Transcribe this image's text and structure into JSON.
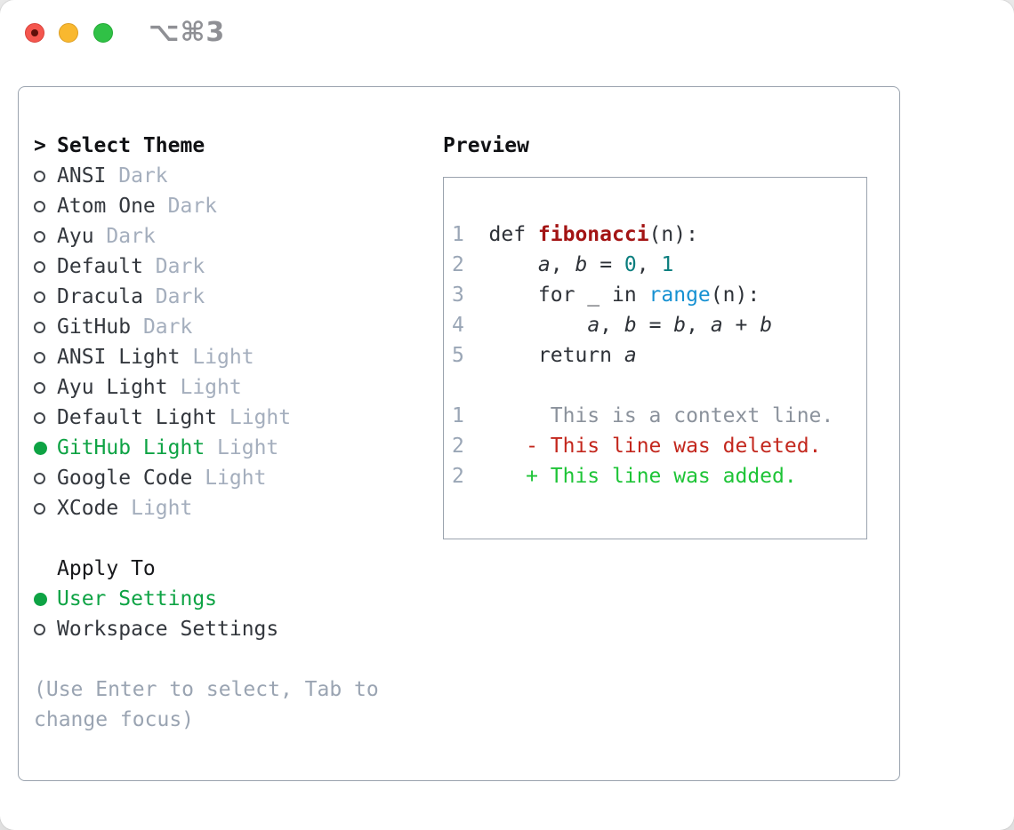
{
  "window": {
    "title": "⌥⌘3"
  },
  "colors": {
    "accent_green": "#0ea344",
    "added_green": "#1ec437",
    "deleted_red": "#c3271d",
    "func_red": "#a31414",
    "number_teal": "#0b7e7e",
    "builtin_blue": "#1691d2",
    "code_plain": "#2e3238",
    "lineno_gray": "#9aa6b6",
    "context_gray": "#8b929c",
    "tag_gray": "#a4aebd",
    "muted_gray": "#9aa4b2",
    "border_gray": "#9aa3ae",
    "traffic_red": "#f4564e",
    "traffic_yellow": "#f9b82f",
    "traffic_green": "#30c146"
  },
  "panel": {
    "theme_menu": {
      "prompt": ">",
      "header": "Select Theme",
      "items": [
        {
          "name": "ANSI",
          "tag": "Dark",
          "selected": false
        },
        {
          "name": "Atom One",
          "tag": "Dark",
          "selected": false
        },
        {
          "name": "Ayu",
          "tag": "Dark",
          "selected": false
        },
        {
          "name": "Default",
          "tag": "Dark",
          "selected": false
        },
        {
          "name": "Dracula",
          "tag": "Dark",
          "selected": false
        },
        {
          "name": "GitHub",
          "tag": "Dark",
          "selected": false
        },
        {
          "name": "ANSI Light",
          "tag": "Light",
          "selected": false
        },
        {
          "name": "Ayu Light",
          "tag": "Light",
          "selected": false
        },
        {
          "name": "Default Light",
          "tag": "Light",
          "selected": false
        },
        {
          "name": "GitHub Light",
          "tag": "Light",
          "selected": true
        },
        {
          "name": "Google Code",
          "tag": "Light",
          "selected": false
        },
        {
          "name": "XCode",
          "tag": "Light",
          "selected": false
        }
      ]
    },
    "apply_to": {
      "header": "Apply To",
      "options": [
        {
          "label": "User Settings",
          "selected": true
        },
        {
          "label": "Workspace Settings",
          "selected": false
        }
      ]
    },
    "help_text": "(Use Enter to select, Tab to change focus)",
    "preview": {
      "title": "Preview",
      "code_lines": [
        {
          "num": "1",
          "tokens": [
            [
              "plain",
              "def "
            ],
            [
              "func",
              "fibonacci"
            ],
            [
              "plain",
              "(n):"
            ]
          ]
        },
        {
          "num": "2",
          "tokens": [
            [
              "plain",
              "    "
            ],
            [
              "var",
              "a"
            ],
            [
              "plain",
              ", "
            ],
            [
              "var",
              "b"
            ],
            [
              "plain",
              " = "
            ],
            [
              "num",
              "0"
            ],
            [
              "plain",
              ", "
            ],
            [
              "num",
              "1"
            ]
          ]
        },
        {
          "num": "3",
          "tokens": [
            [
              "plain",
              "    for _ in "
            ],
            [
              "builtin",
              "range"
            ],
            [
              "plain",
              "(n):"
            ]
          ]
        },
        {
          "num": "4",
          "tokens": [
            [
              "plain",
              "        "
            ],
            [
              "var",
              "a"
            ],
            [
              "plain",
              ", "
            ],
            [
              "var",
              "b"
            ],
            [
              "plain",
              " = "
            ],
            [
              "var",
              "b"
            ],
            [
              "plain",
              ", "
            ],
            [
              "var",
              "a"
            ],
            [
              "plain",
              " + "
            ],
            [
              "var",
              "b"
            ]
          ]
        },
        {
          "num": "5",
          "tokens": [
            [
              "plain",
              "    return "
            ],
            [
              "var",
              "a"
            ]
          ]
        }
      ],
      "diff_lines": [
        {
          "num": "1",
          "kind": "context",
          "tokens": [
            [
              "ctx",
              "     This is a context line."
            ]
          ]
        },
        {
          "num": "2",
          "kind": "deleted",
          "tokens": [
            [
              "del",
              "   - This line was deleted."
            ]
          ]
        },
        {
          "num": "2",
          "kind": "added",
          "tokens": [
            [
              "add",
              "   + This line was added."
            ]
          ]
        }
      ]
    }
  }
}
